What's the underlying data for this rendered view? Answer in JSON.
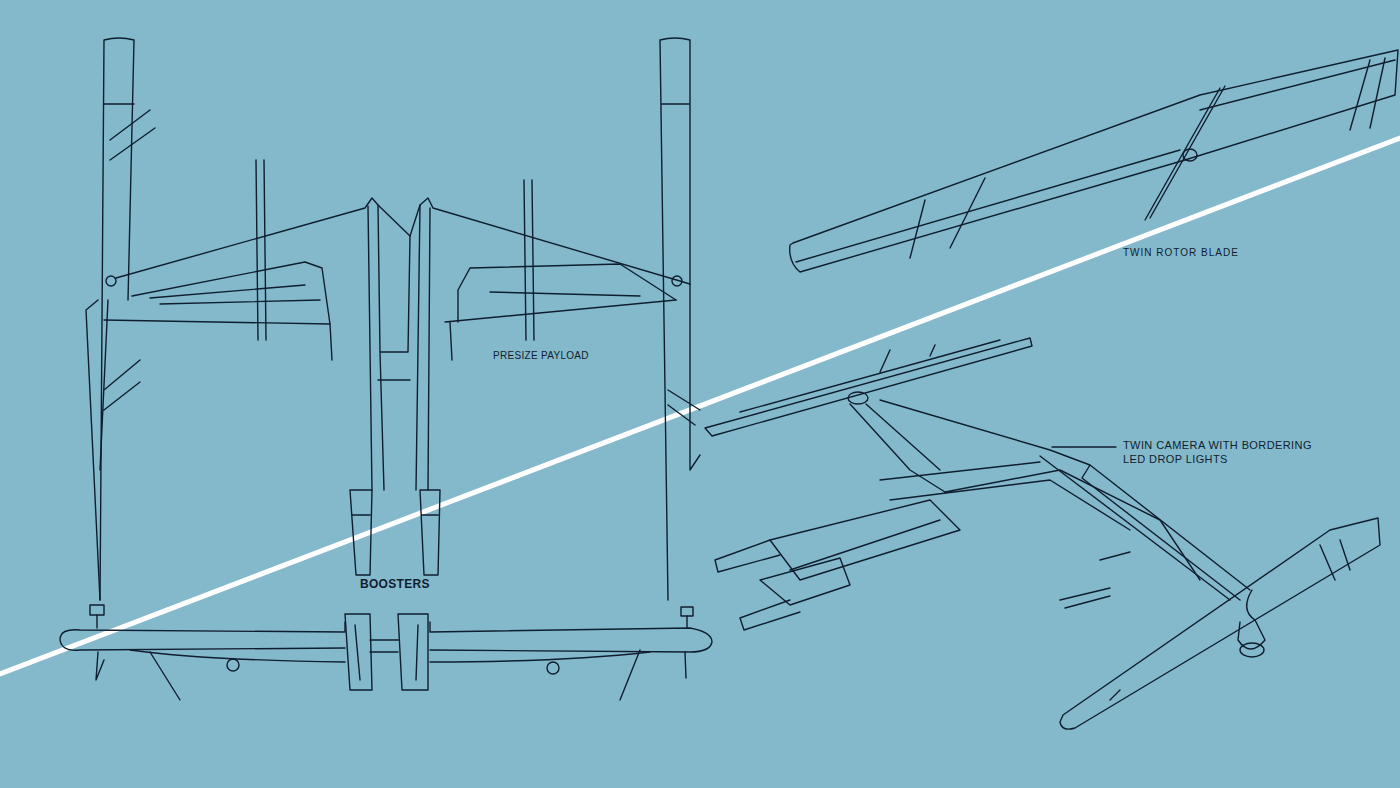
{
  "diagram": {
    "labels": [
      "PRESIZE PAYLOAD",
      "BOOSTERS",
      "TWIN ROTOR BLADE",
      "TWIN CAMERA WITH BORDERING LED DROP LIGHTS"
    ]
  }
}
